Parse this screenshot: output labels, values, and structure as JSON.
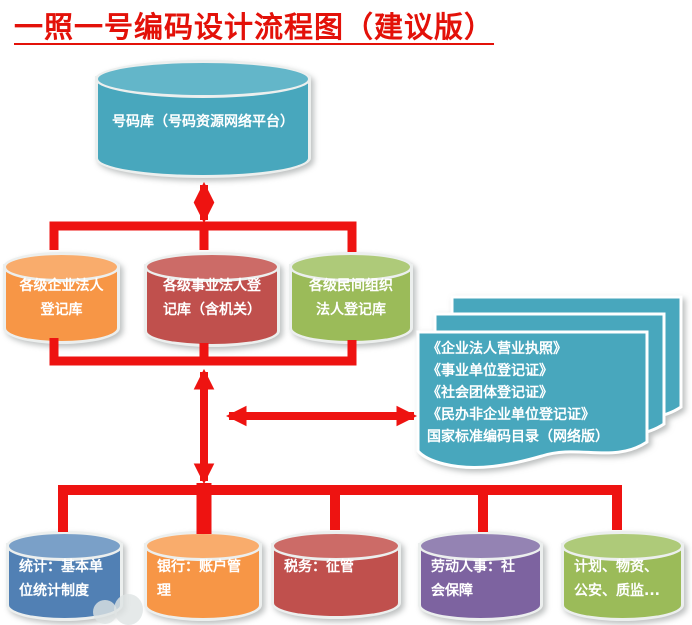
{
  "page": {
    "title": "一照一号编码设计流程图（建议版）"
  },
  "palette": {
    "title_red": "#e31109",
    "arrow_red": "#ee1311",
    "cylinder_border": "#ecefee",
    "teal": "#48a7bd",
    "teal_light": "#63b6c9",
    "orange": "#f79646",
    "orange_light": "#f9ac6c",
    "dark_red": "#c0504d",
    "dark_red_light": "#cc6b67",
    "green": "#9bbb59",
    "green_light": "#aeca79",
    "blue": "#5180b4",
    "blue_light": "#7aa0c8",
    "purple": "#7d63a0",
    "purple_light": "#9483b3"
  },
  "number_db": {
    "label": "号码库（号码资源网络平台）"
  },
  "registry_dbs": [
    {
      "label": "各级企业法人\n登记库"
    },
    {
      "label": "各级事业法人登\n记库（含机关）"
    },
    {
      "label": "各级民间组织\n法人登记库"
    }
  ],
  "certificates": {
    "lines": [
      "《企业法人营业执照》",
      "《事业单位登记证》",
      "《社会团体登记证》",
      "《民办非企业单位登记证》",
      "国家标准编码目录（网络版）"
    ]
  },
  "consumer_dbs": [
    {
      "label": "统计：基本单\n位统计制度"
    },
    {
      "label": "银行：账户管\n理"
    },
    {
      "label": "税务：征管"
    },
    {
      "label": "劳动人事：社\n会保障"
    },
    {
      "label": "计划、物资、\n公安、质监..."
    }
  ]
}
